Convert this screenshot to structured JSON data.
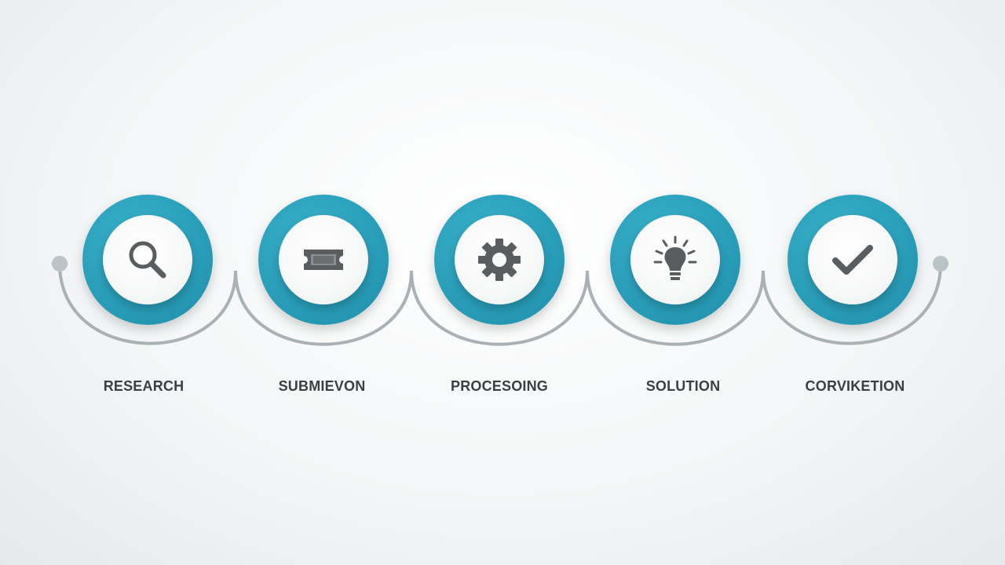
{
  "colors": {
    "ring": "#2a9fba",
    "connector": "#9aa3a6",
    "icon": "#5a5d60",
    "label": "#3b3f43"
  },
  "steps": [
    {
      "label": "RESEARCH",
      "icon": "magnifier-icon"
    },
    {
      "label": "SUBMIEVON",
      "icon": "ticket-icon"
    },
    {
      "label": "PROCESOING",
      "icon": "gear-icon"
    },
    {
      "label": "SOLUTION",
      "icon": "lightbulb-icon"
    },
    {
      "label": "CORVIKETION",
      "icon": "checkmark-icon"
    }
  ]
}
